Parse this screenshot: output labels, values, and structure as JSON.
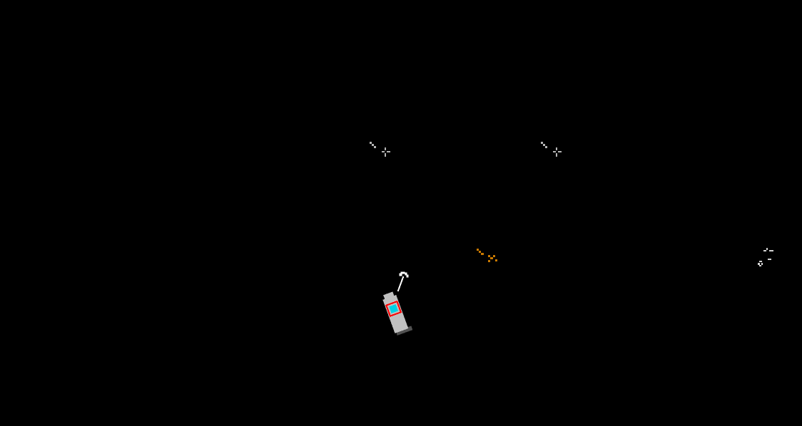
{
  "scene": {
    "background_color": "#000000",
    "player": {
      "name": "player-ship",
      "body_color": "#c0c0c0",
      "shadow_color": "#505050",
      "cockpit_frame_color": "#ff0000",
      "cockpit_glass_color": "#00d2e6"
    },
    "projectile_color": "#ffffff",
    "enemies": [
      {
        "name": "enemy-drone-1",
        "color": "#b4b4b4"
      },
      {
        "name": "enemy-drone-2",
        "color": "#b4b4b4"
      },
      {
        "name": "enemy-drone-3",
        "color": "#c87800"
      },
      {
        "name": "enemy-drone-4",
        "color": "#d2d2d2"
      }
    ]
  }
}
